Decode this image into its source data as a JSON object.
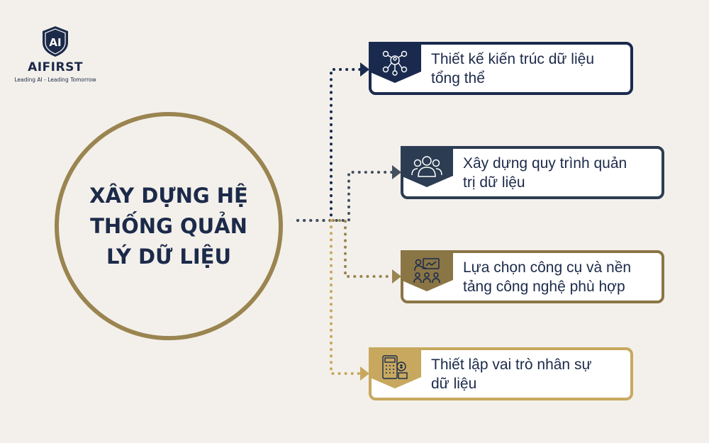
{
  "logo": {
    "mark": "AI",
    "name": "AIFIRST",
    "tagline": "Leading AI - Leading Tomorrow"
  },
  "center": {
    "lines": [
      "XÂY DỰNG HỆ",
      "THỐNG QUẢN",
      "LÝ DỮ LIỆU"
    ]
  },
  "items": [
    {
      "lines": [
        "Thiết kế kiến trúc dữ liệu",
        "tổng thể"
      ],
      "icon": "network-people-icon",
      "color": "#1a2a4e"
    },
    {
      "lines": [
        "Xây dựng quy trình quản",
        "trị dữ liệu"
      ],
      "icon": "team-group-icon",
      "color": "#2c3c52"
    },
    {
      "lines": [
        "Lựa chọn công cụ và nền",
        "tảng công nghệ phù hợp"
      ],
      "icon": "presentation-meeting-icon",
      "color": "#8a7545"
    },
    {
      "lines": [
        "Thiết lập vai trò nhân sự",
        "dữ liệu"
      ],
      "icon": "calculator-finance-icon",
      "color": "#c7a85e"
    }
  ],
  "colors": {
    "background": "#f3f0eb",
    "navy": "#1a2a4e",
    "gold": "#9a8450",
    "lightgold": "#c7a85e"
  }
}
